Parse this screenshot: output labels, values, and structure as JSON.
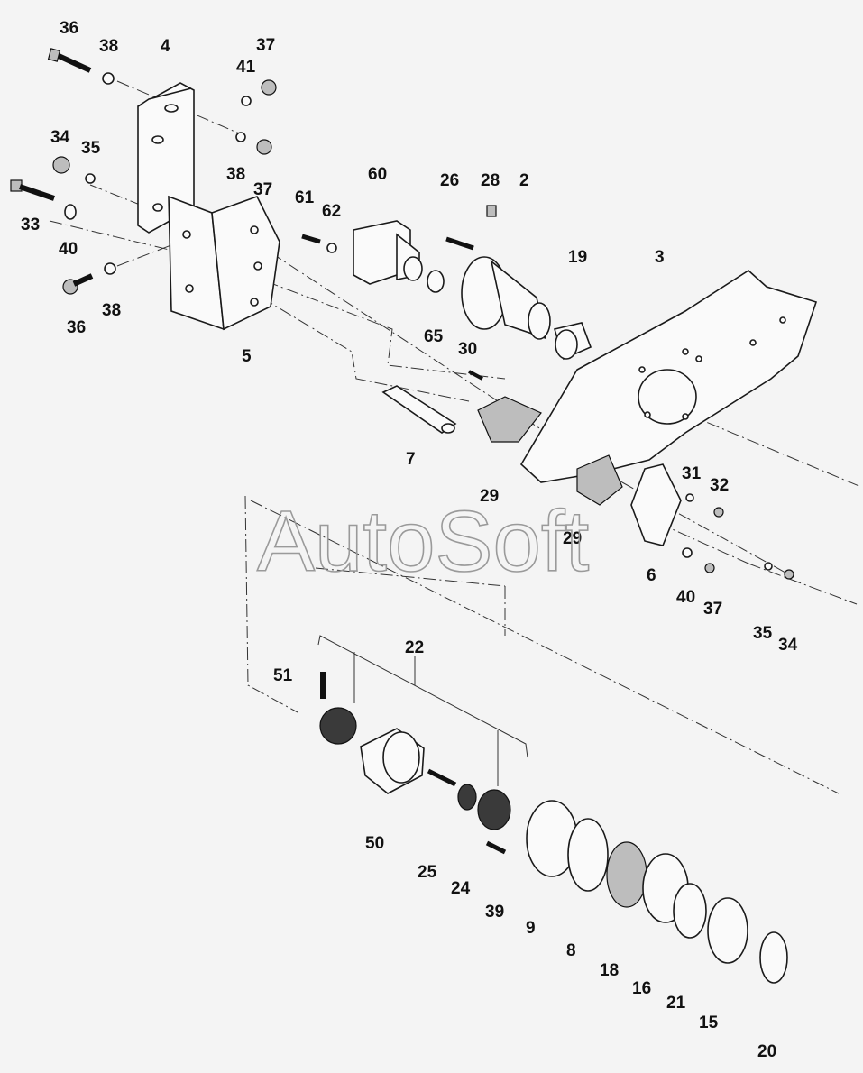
{
  "watermark": "AutoSoft",
  "callouts": [
    "36",
    "38",
    "4",
    "41",
    "37",
    "34",
    "35",
    "38",
    "37",
    "33",
    "40",
    "36",
    "38",
    "5",
    "61",
    "62",
    "60",
    "65",
    "26",
    "28",
    "2",
    "19",
    "3",
    "30",
    "7",
    "29",
    "29",
    "31",
    "32",
    "6",
    "40",
    "37",
    "35",
    "34",
    "22",
    "51",
    "50",
    "25",
    "24",
    "39",
    "9",
    "8",
    "18",
    "16",
    "21",
    "15",
    "20"
  ]
}
